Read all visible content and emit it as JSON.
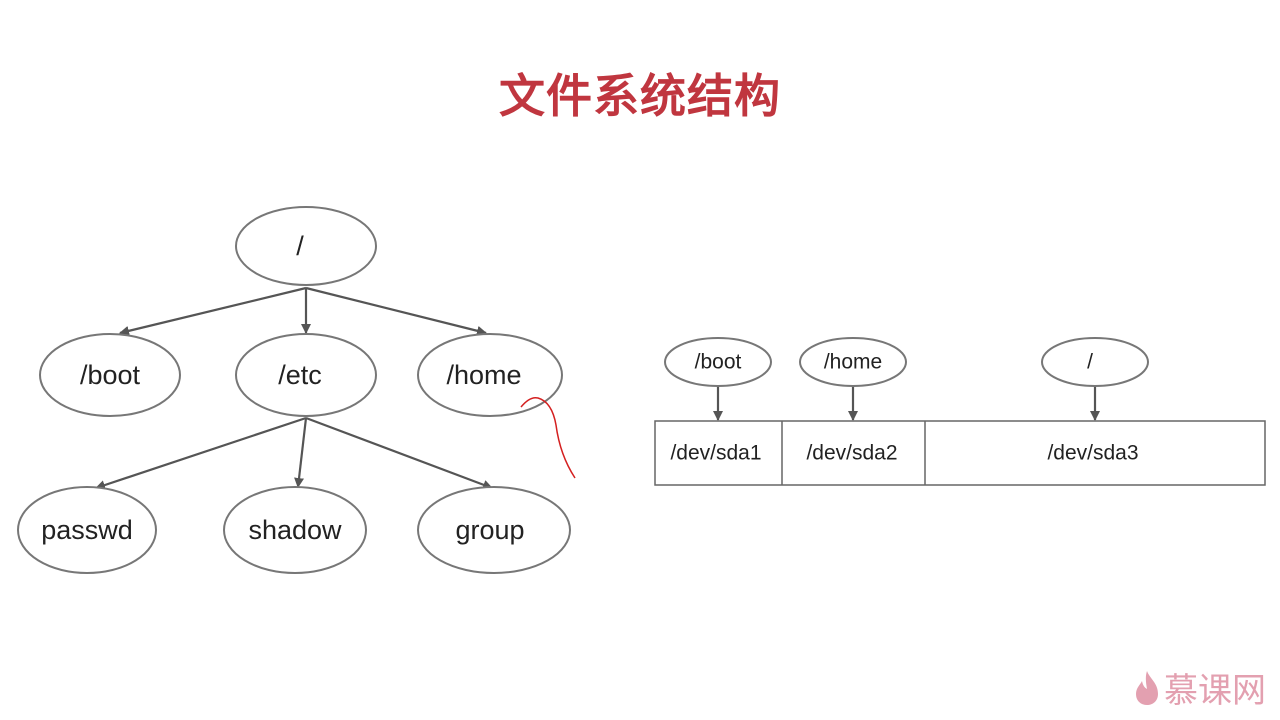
{
  "title": "文件系统结构",
  "tree": {
    "root": "/",
    "level1": [
      "/boot",
      "/etc",
      "/home"
    ],
    "level2": [
      "passwd",
      "shadow",
      "group"
    ]
  },
  "partitions": {
    "mounts": [
      "/boot",
      "/home",
      "/"
    ],
    "devices": [
      "/dev/sda1",
      "/dev/sda2",
      "/dev/sda3"
    ]
  },
  "logo": "慕课网",
  "colors": {
    "title": "#c0363f",
    "annotation": "#d42020",
    "logo": "#e3a0b0"
  }
}
